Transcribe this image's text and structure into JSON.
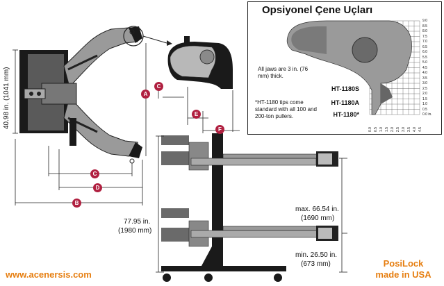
{
  "panel": {
    "title": "Opsiyonel Çene Uçları",
    "note_thick": "All jaws are 3 in. (76 mm) thick.",
    "note_tips": "*HT-1180 tips come standard with all 100 and 200-ton pullers.",
    "models": [
      "HT-1180S",
      "HT-1180A",
      "HT-1180*"
    ],
    "y_ticks": [
      "9.0",
      "8.5",
      "8.0",
      "7.5",
      "7.0",
      "6.5",
      "6.0",
      "5.5",
      "5.0",
      "4.5",
      "4.0",
      "3.5",
      "3.0",
      "2.5",
      "2.0",
      "1.5",
      "1.0",
      "0.5",
      "0.0 in."
    ],
    "x_ticks": [
      "0.0",
      "0.5",
      "1.0",
      "1.5",
      "2.0",
      "2.5",
      "3.0",
      "3.5",
      "4.0",
      "4.5"
    ]
  },
  "labels": {
    "height_vertical": "40.98 in. (1041 mm)",
    "total_height": "77.95 in.",
    "total_height_mm": "(1980 mm)",
    "max_reach": "max. 66.54 in.",
    "max_reach_mm": "(1690 mm)",
    "min_reach": "min. 26.50 in.",
    "min_reach_mm": "(673 mm)"
  },
  "badges": {
    "a": "A",
    "b": "B",
    "c": "C",
    "d": "D",
    "e": "E",
    "f": "F"
  },
  "footer": {
    "website": "www.acenersis.com",
    "brand_line1": "PosiLock",
    "brand_line2": "made in USA"
  },
  "colors": {
    "badge": "#b02040",
    "accent": "#e67e10",
    "metal": "#8a8a8a",
    "dark": "#1a1a1a"
  }
}
